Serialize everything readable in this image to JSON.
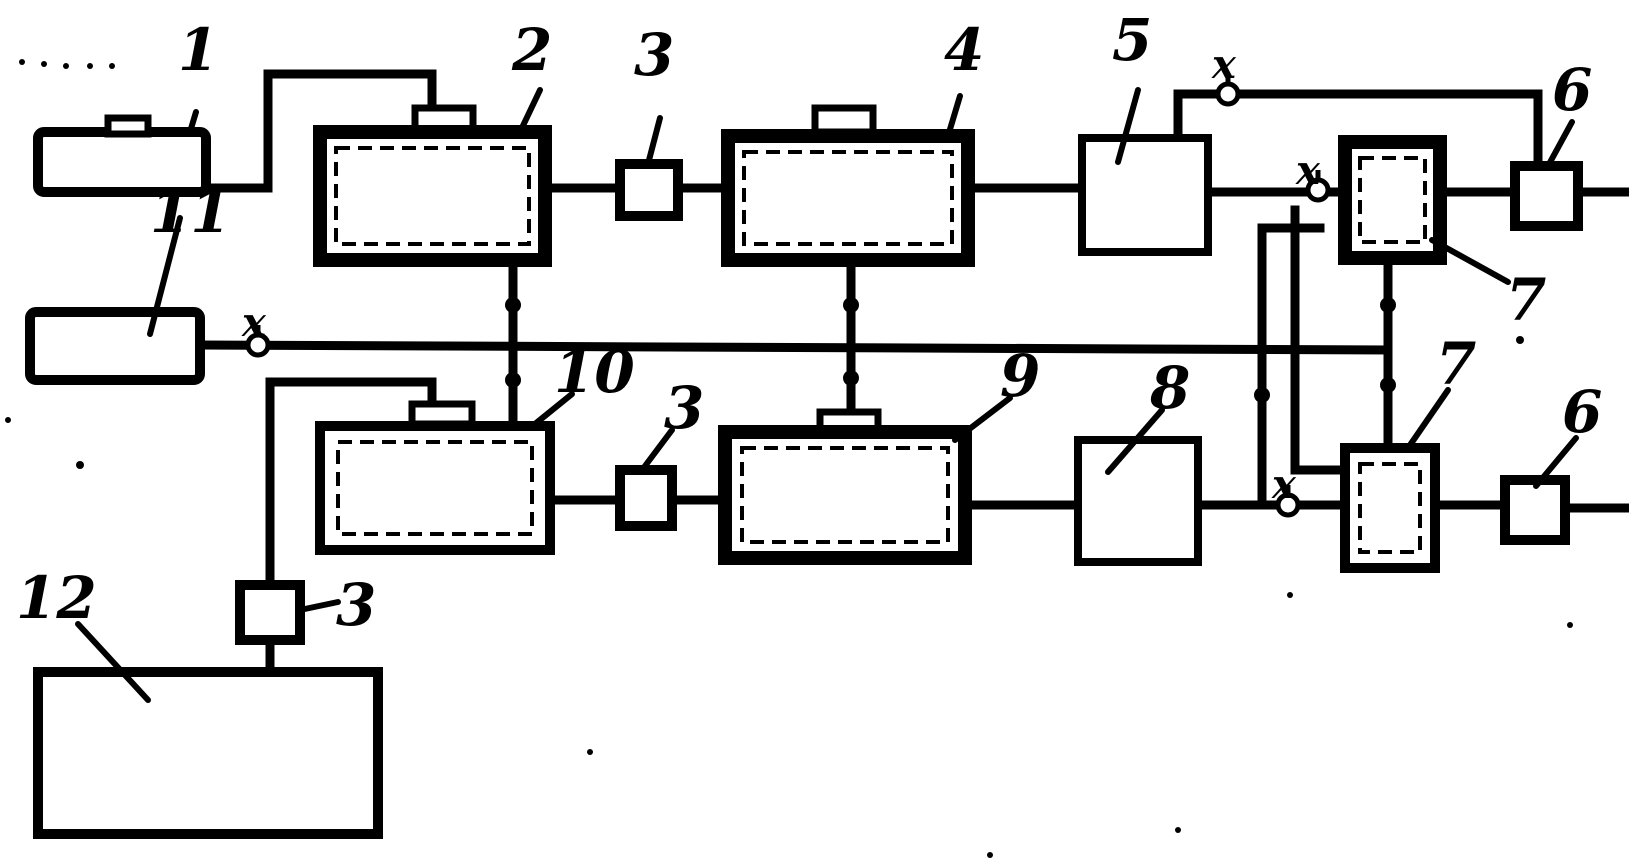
{
  "diagram": {
    "labels": {
      "n1": "1",
      "n2": "2",
      "n3a": "3",
      "n4": "4",
      "n5": "5",
      "n6a": "6",
      "n7a": "7",
      "n11": "11",
      "n10": "10",
      "n3b": "3",
      "n9": "9",
      "n8": "8",
      "n7b": "7",
      "n6b": "6",
      "n12": "12",
      "n3c": "3",
      "v_top": "x",
      "v_left": "x",
      "v_mid": "x",
      "v_low": "x"
    }
  }
}
